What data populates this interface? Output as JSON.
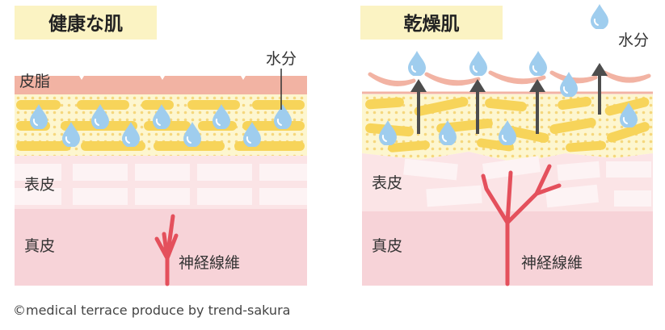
{
  "left": {
    "title": "健康な肌",
    "label_sebum": "皮脂",
    "label_water": "水分",
    "label_epidermis": "表皮",
    "label_dermis": "真皮",
    "label_nerve": "神経線維"
  },
  "right": {
    "title": "乾燥肌",
    "label_water": "水分",
    "label_epidermis": "表皮",
    "label_dermis": "真皮",
    "label_nerve": "神経線維"
  },
  "footer": {
    "credit": "©medical terrace produce by trend-sakura"
  },
  "colors": {
    "title_bg": "#fbf3c3",
    "sebum": "#f2b3a3",
    "ceramide_bar": "#f7d45a",
    "ceramide_bg": "#fdf6cf",
    "droplet": "#9fcdee",
    "epidermis": "#fbe4e6",
    "cell": "#fdf3f4",
    "dermis": "#f7d3d8",
    "nerve": "#e4505c",
    "arrow": "#4d4d4d"
  }
}
